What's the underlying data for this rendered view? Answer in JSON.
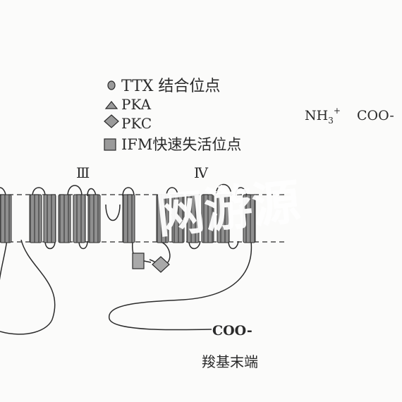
{
  "legend": {
    "ttx": "TTX 结合位点",
    "pka": "PKA",
    "pkc": "PKC",
    "ifm": "IFM快速失活位点"
  },
  "domains": {
    "iii": "Ⅲ",
    "iv": "Ⅳ"
  },
  "termini": {
    "nh3": "NH",
    "nh3_sub": "3",
    "nh3_sup": "+",
    "coo_top": "COO-",
    "coo_tail": "COO-",
    "carboxyl_label": "羧基末端"
  },
  "watermark": "网游源",
  "colors": {
    "line": "#2b2b2b",
    "helix_fill": "#8f8f8f",
    "helix_stripe": "#5e5e5e",
    "box_fill": "#a9a9a9",
    "background": "#fbfbfa"
  }
}
